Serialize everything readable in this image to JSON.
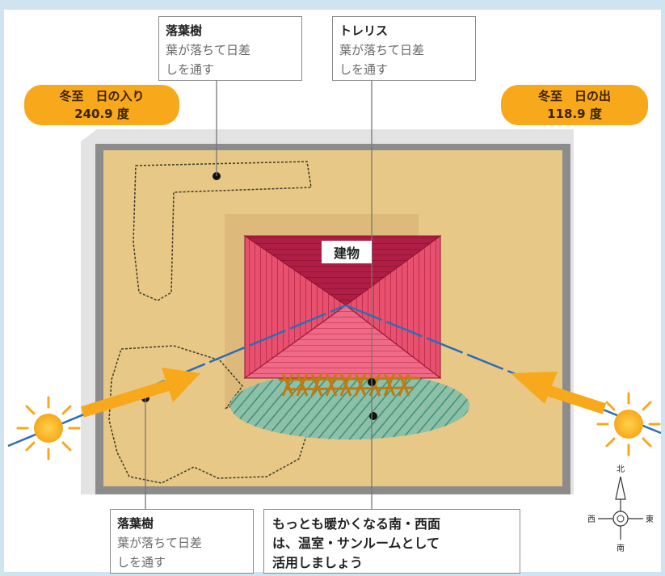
{
  "labels": {
    "deciduous_top": {
      "title": "落葉樹",
      "desc1": "葉が落ちて日差",
      "desc2": "しを通す"
    },
    "trellis": {
      "title": "トレリス",
      "desc1": "葉が落ちて日差",
      "desc2": "しを通す"
    },
    "deciduous_bottom": {
      "title": "落葉樹",
      "desc1": "葉が落ちて日差",
      "desc2": "しを通す"
    },
    "sunset": {
      "line1": "冬至　日の入り",
      "line2": "240.9 度"
    },
    "sunrise": {
      "line1": "冬至　日の出",
      "line2": "118.9 度"
    },
    "building": "建物",
    "advice": {
      "line1": "もっとも暖かくなる南・西面",
      "line2": "は、温室・サンルームとして",
      "line3": "活用しましょう"
    }
  },
  "compass": {
    "north": "北",
    "south": "南",
    "east": "東",
    "west": "西"
  },
  "colors": {
    "sun": "#f7a81b",
    "ground": "#e8c887",
    "roof_dark": "#b01e45",
    "roof_light": "#e8516e",
    "sunline": "#2d6db5",
    "garden": "#5aa38c"
  }
}
